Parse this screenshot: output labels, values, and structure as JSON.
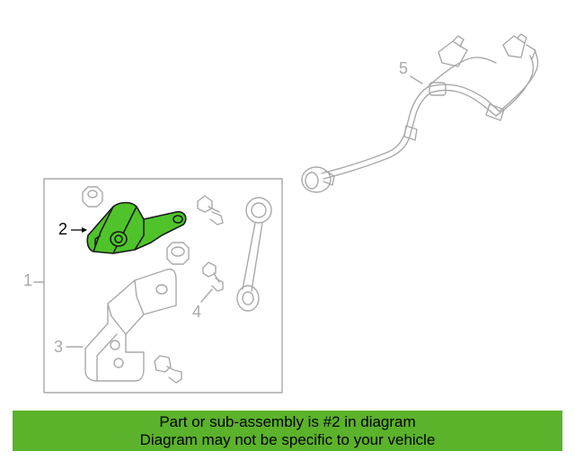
{
  "callouts": {
    "c1": "1",
    "c2": "2",
    "c3": "3",
    "c4": "4",
    "c5": "5"
  },
  "banner": {
    "line1": "Part or sub-assembly is #2 in diagram",
    "line2": "Diagram may not be specific to your vehicle"
  },
  "colors": {
    "highlight_part": "#4fc42a",
    "banner_background": "#5bb22b",
    "line_art": "#a9a9a9"
  }
}
